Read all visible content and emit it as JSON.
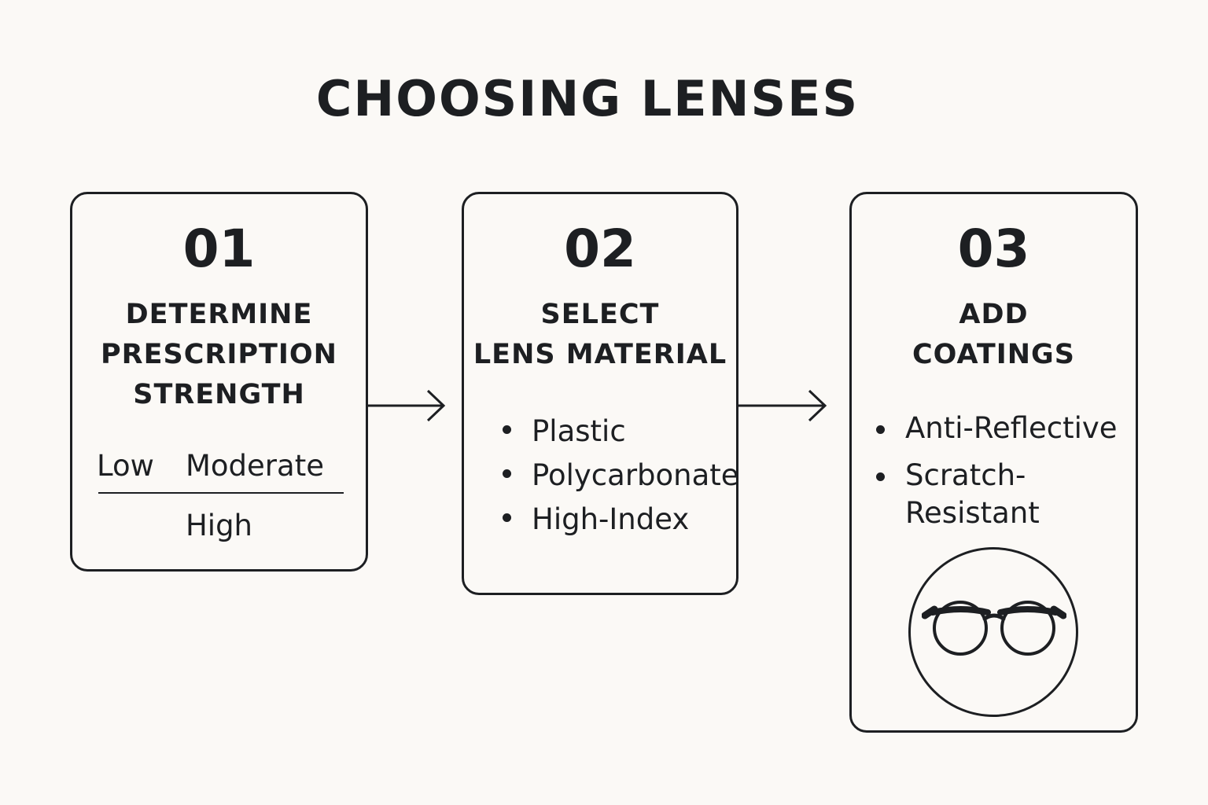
{
  "title": "CHOOSING LENSES",
  "steps": [
    {
      "number": "01",
      "heading_lines": [
        "DETERMINE",
        "PRESCRIPTION",
        "STRENGTH"
      ],
      "scale": {
        "low": "Low",
        "moderate": "Moderate",
        "high": "High"
      }
    },
    {
      "number": "02",
      "heading_lines": [
        "SELECT",
        "LENS MATERIAL"
      ],
      "items": [
        "Plastic",
        "Polycarbonate",
        "High-Index"
      ]
    },
    {
      "number": "03",
      "heading_lines": [
        "ADD",
        "COATINGS"
      ],
      "items": [
        "Anti-Reflective",
        "Scratch-Resistant"
      ],
      "icon": "eyeglasses-icon"
    }
  ],
  "connectors": [
    "arrow-right-icon",
    "arrow-right-icon"
  ],
  "colors": {
    "background": "#fbf9f6",
    "ink": "#1d1f22"
  }
}
